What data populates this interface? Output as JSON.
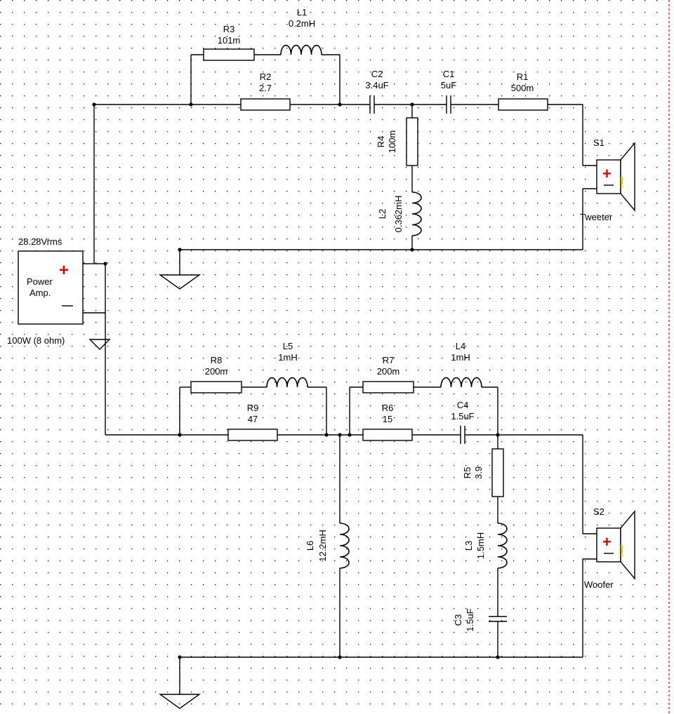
{
  "colors": {
    "background": "#ffffff",
    "grid": "#000000",
    "wire": "#000000",
    "accent": "#e00000",
    "warning": "#e8c800",
    "border": "#e00000"
  },
  "components": {
    "R3": {
      "ref": "R3",
      "value": "101m"
    },
    "L1": {
      "ref": "L1",
      "value": "0.2mH"
    },
    "R2": {
      "ref": "R2",
      "value": "2.7"
    },
    "C2": {
      "ref": "C2",
      "value": "3.4uF"
    },
    "C1": {
      "ref": "C1",
      "value": "5uF"
    },
    "R1": {
      "ref": "R1",
      "value": "500m"
    },
    "R4": {
      "ref": "R4",
      "value": "100m"
    },
    "L2": {
      "ref": "L2",
      "value": "0.362mH"
    },
    "S1": {
      "ref": "S1",
      "label": "Tweeter"
    },
    "amp": {
      "top": "28.28Vrms",
      "line1": "Power",
      "line2": "Amp.",
      "bottom": "100W (8 ohm)"
    },
    "R8": {
      "ref": "R8",
      "value": "200m"
    },
    "L5": {
      "ref": "L5",
      "value": "1mH"
    },
    "R9": {
      "ref": "R9",
      "value": "47"
    },
    "R7": {
      "ref": "R7",
      "value": "200m"
    },
    "L4": {
      "ref": "L4",
      "value": "1mH"
    },
    "R6": {
      "ref": "R6",
      "value": "15"
    },
    "C4": {
      "ref": "C4",
      "value": "1.5uF"
    },
    "R5": {
      "ref": "R5",
      "value": "3.9"
    },
    "L6": {
      "ref": "L6",
      "value": "12.2mH"
    },
    "L3": {
      "ref": "L3",
      "value": "1.5mH"
    },
    "C3": {
      "ref": "C3",
      "value": "1.5uF"
    },
    "S2": {
      "ref": "S2",
      "label": "Woofer"
    }
  }
}
